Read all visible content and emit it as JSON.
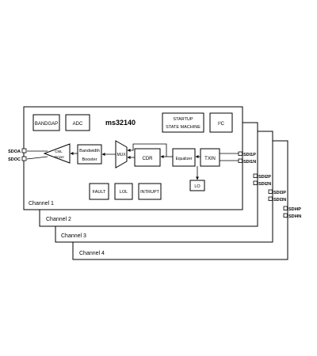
{
  "chip": {
    "title": "ms32140"
  },
  "blocks": {
    "bandgap": "BANDGAP",
    "adc": "ADC",
    "startup_line1": "STARTUP",
    "startup_line2": "STATE MACHINE",
    "i2c": "I²C",
    "cml_line1": "CML",
    "cml_line2": "Driver",
    "bandwidth_line1": "Bandwidth",
    "bandwidth_line2": "Booster",
    "mux": "MUX",
    "cdr": "CDR",
    "equalizer": "Equalizer",
    "txin": "TXIN",
    "lo": "LO",
    "fault": "FAULT",
    "lol": "LOL",
    "intrupt": "INTRUPT"
  },
  "ports": {
    "out_p": "SDOA",
    "out_n": "SDOC",
    "sdi1p": "SDI1P",
    "sdi1n": "SDI1N",
    "sdi2p": "SDI2P",
    "sdi2n": "SDI2N",
    "sdi3p": "SDI3P",
    "sdi3n": "SDI3N",
    "sdi4p": "SDI4P",
    "sdi4n": "SDI4N"
  },
  "channels": [
    "Channel 1",
    "Channel 2",
    "Channel 3",
    "Channel 4"
  ]
}
